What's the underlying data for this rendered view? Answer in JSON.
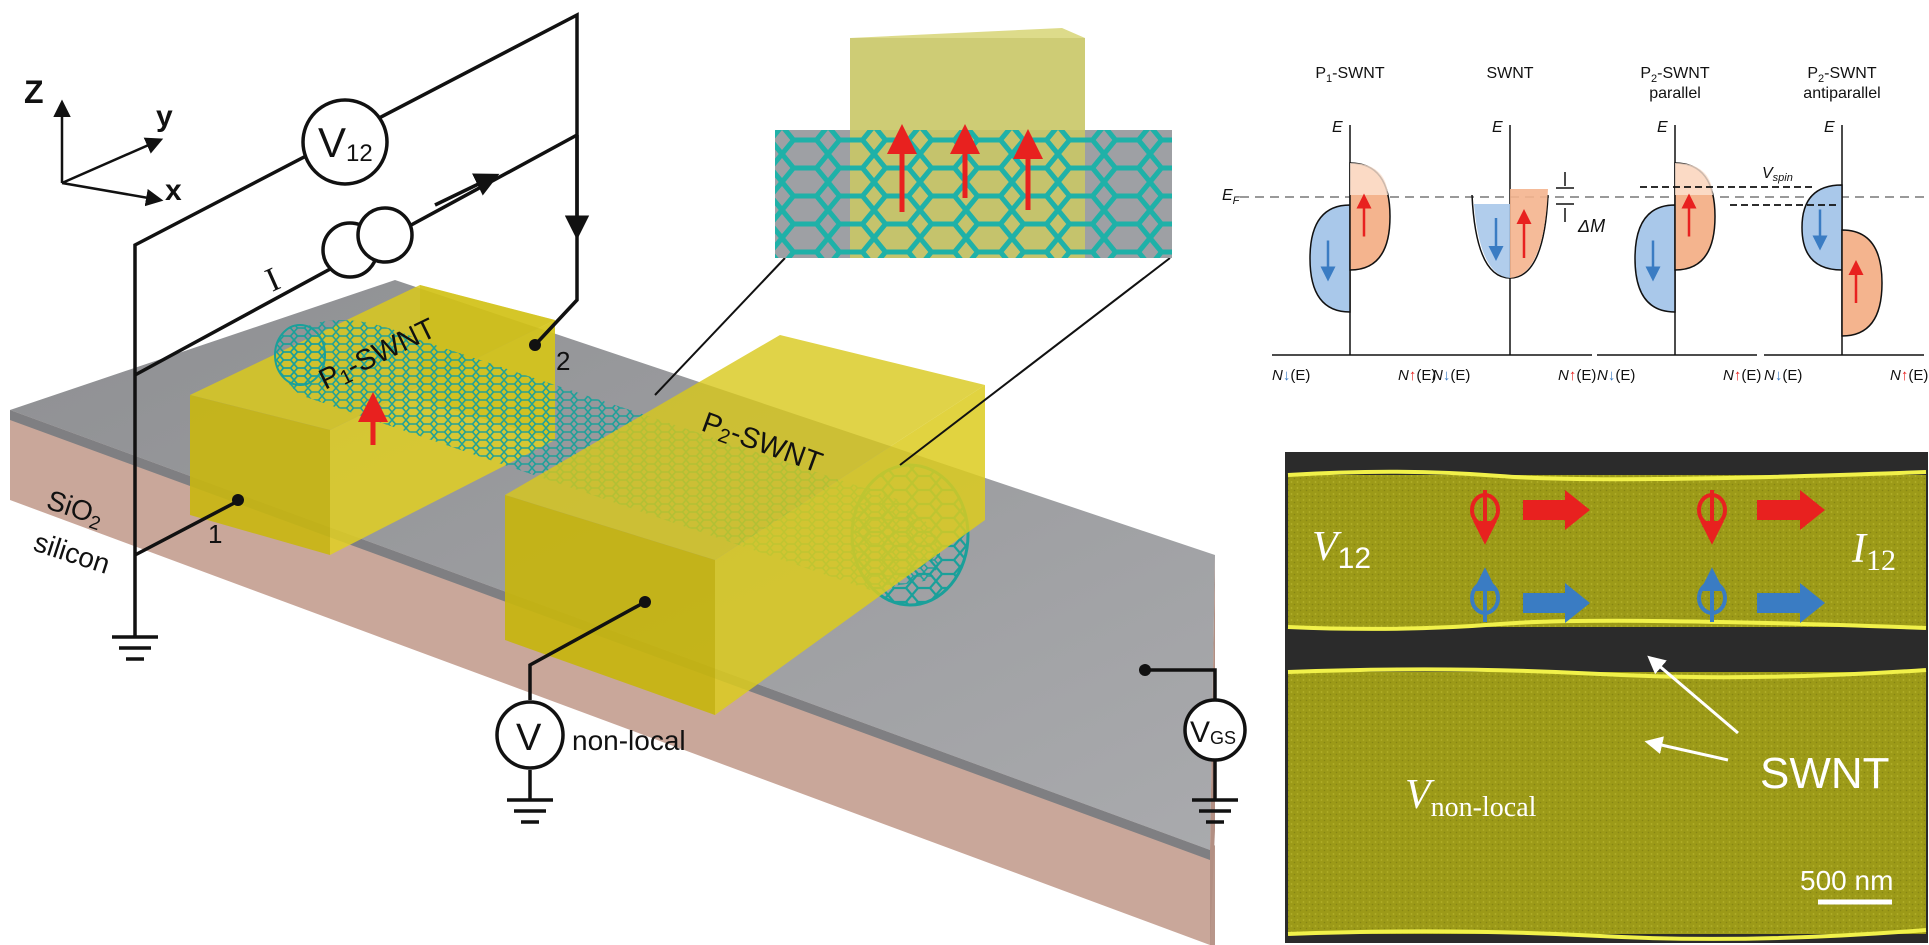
{
  "device": {
    "axes": {
      "z": "Z",
      "y": "y",
      "x": "x"
    },
    "voltmeter_12": {
      "main": "V",
      "sub": "12"
    },
    "current_source": "I",
    "contact_1": "1",
    "contact_2": "2",
    "p1_label": {
      "pre": "P",
      "sub": "1",
      "post": "-SWNT"
    },
    "p2_label": {
      "pre": "P",
      "sub": "2",
      "post": "-SWNT"
    },
    "sio2": {
      "pre": "SiO",
      "sub": "2"
    },
    "silicon": "silicon",
    "nonlocal_meter": "V",
    "nonlocal_text": "non-local",
    "vgs": {
      "main": "V",
      "sub": "GS"
    }
  },
  "dos": {
    "titles": [
      {
        "pre": "P",
        "sub": "1",
        "post": "-SWNT",
        "line2": ""
      },
      {
        "pre": "",
        "sub": "",
        "post": "SWNT",
        "line2": ""
      },
      {
        "pre": "P",
        "sub": "2",
        "post": "-SWNT",
        "line2": "parallel"
      },
      {
        "pre": "P",
        "sub": "2",
        "post": "-SWNT",
        "line2": "antiparallel"
      }
    ],
    "energy_axis": "E",
    "fermi": {
      "main": "E",
      "sub": "F"
    },
    "delta_m": "ΔM",
    "v_spin": {
      "main": "V",
      "sub": "spin"
    },
    "n_down": {
      "main": "N",
      "post": "(E)"
    },
    "n_up": {
      "main": "N",
      "post": "(E)"
    },
    "colors": {
      "spin_down": "#3a7cc3",
      "spin_up": "#e8211f",
      "down_fill": "#a9c8ea",
      "up_fill": "#f4b48e"
    }
  },
  "sem": {
    "v12": {
      "main": "V",
      "sub": "12"
    },
    "i12": {
      "main": "I",
      "sub": "12"
    },
    "vnonlocal": {
      "main": "V",
      "sub": "non-local"
    },
    "swnt": "SWNT",
    "scale": "500 nm"
  }
}
